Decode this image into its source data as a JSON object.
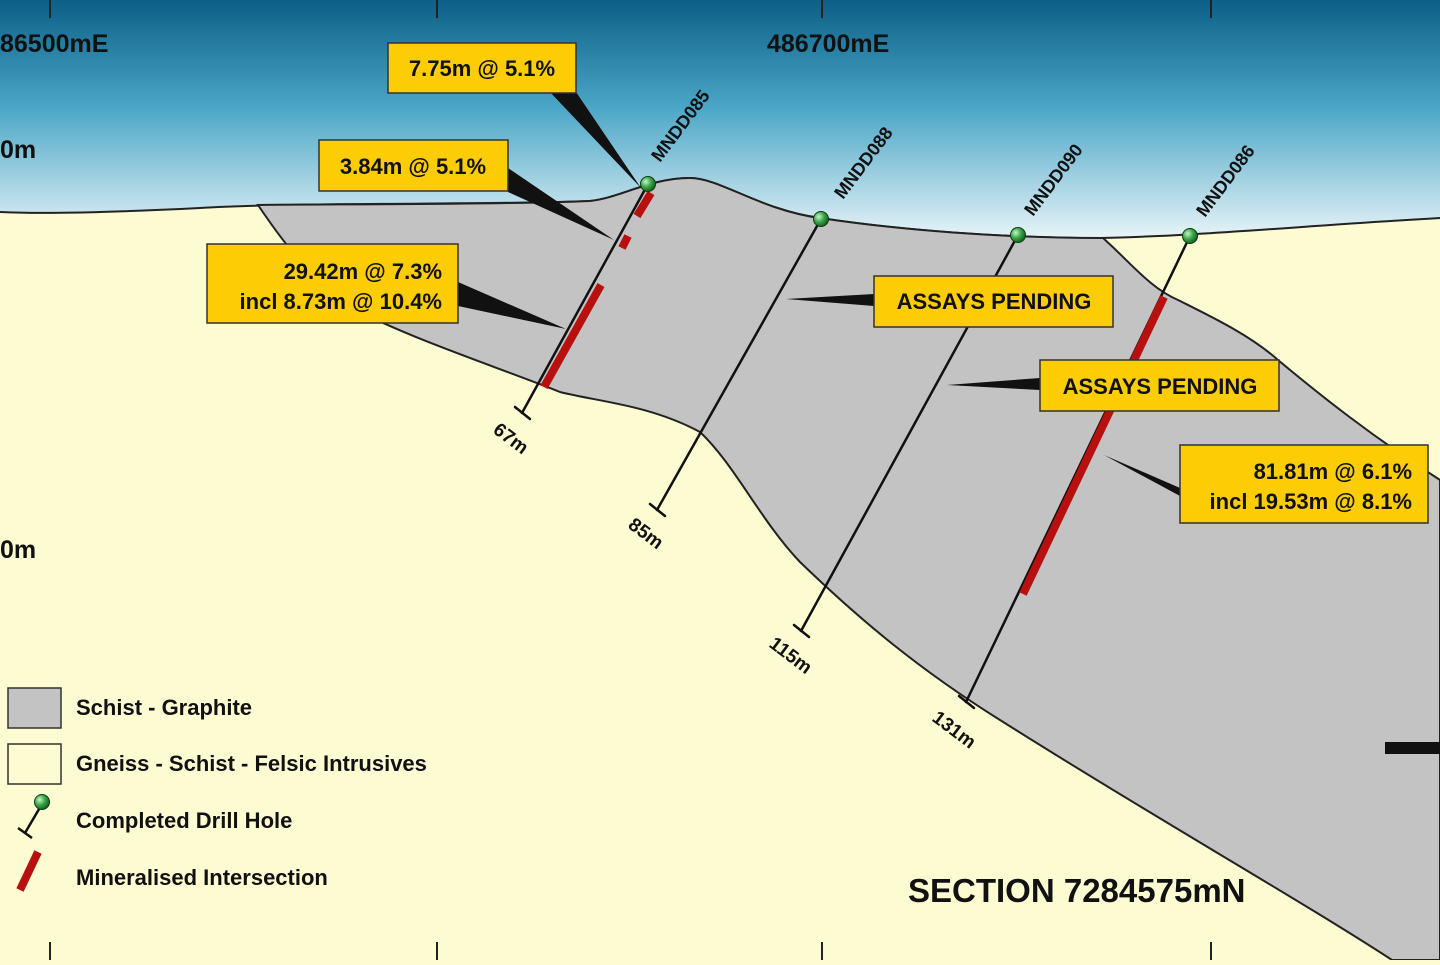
{
  "coordinates": {
    "easting_left": "86500mE",
    "easting_mid": "486700mE",
    "rl_upper": "0m",
    "rl_lower": "0m"
  },
  "callouts": {
    "c1": "7.75m @ 5.1%",
    "c2": "3.84m @ 5.1%",
    "c3_line1": "29.42m @ 7.3%",
    "c3_line2": "incl 8.73m @ 10.4%",
    "c4": "ASSAYS PENDING",
    "c5": "ASSAYS PENDING",
    "c6_line1": "81.81m @ 6.1%",
    "c6_line2": "incl 19.53m @ 8.1%"
  },
  "drill_holes": [
    {
      "id": "MNDD085",
      "depth_label": "67m"
    },
    {
      "id": "MNDD088",
      "depth_label": "85m"
    },
    {
      "id": "MNDD090",
      "depth_label": "115m"
    },
    {
      "id": "MNDD086",
      "depth_label": "131m"
    }
  ],
  "legend": {
    "schist": "Schist - Graphite",
    "gneiss": "Gneiss - Schist - Felsic Intrusives",
    "drill_hole": "Completed Drill Hole",
    "intersection": "Mineralised Intersection"
  },
  "section_title": "SECTION 7284575mN",
  "colors": {
    "sky_top": "#0c5f87",
    "sky_bottom": "#e8f4f8",
    "ground": "#fdfbd2",
    "schist": "#c3c3c3",
    "callout": "#fccc05",
    "intersection": "#b80f0f",
    "collar": "#3aa84a"
  }
}
